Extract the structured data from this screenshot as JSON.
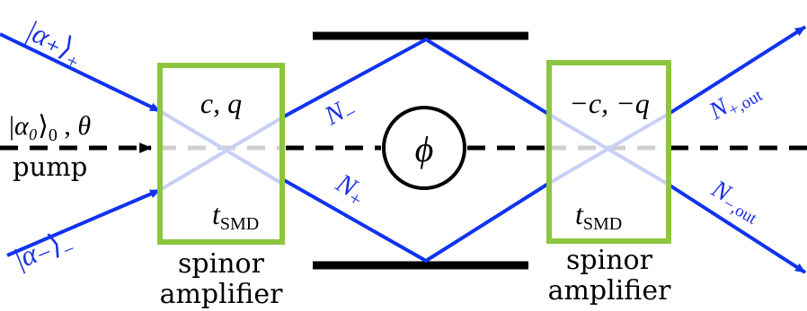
{
  "colors": {
    "beam": "#1133ee",
    "box": "#8cc63f",
    "pump_line": "#000000",
    "pump_line_inside_box": "#cfcfcf",
    "mirror": "#000000"
  },
  "inputs": {
    "alpha_plus": {
      "ket": "α₊",
      "subscript": "+"
    },
    "alpha_minus": {
      "ket": "α₋",
      "subscript": "−"
    },
    "alpha_zero": {
      "ket": "α₀",
      "subscript": "0",
      "param": "θ"
    },
    "pump_label": "pump"
  },
  "amplifier_left": {
    "params": "c, q",
    "time_label": "t",
    "time_sub": "SMD",
    "caption_line1": "spinor",
    "caption_line2": "amplifier"
  },
  "amplifier_right": {
    "params": "−c, −q",
    "time_label": "t",
    "time_sub": "SMD",
    "caption_line1": "spinor",
    "caption_line2": "amplifier"
  },
  "arms": {
    "upper": {
      "symbol": "N",
      "sub": "−"
    },
    "lower": {
      "symbol": "N",
      "sub": "+"
    }
  },
  "phase": {
    "symbol": "ϕ"
  },
  "outputs": {
    "upper": {
      "symbol": "N",
      "sub": "+,out"
    },
    "lower": {
      "symbol": "N",
      "sub": "−,out"
    }
  }
}
